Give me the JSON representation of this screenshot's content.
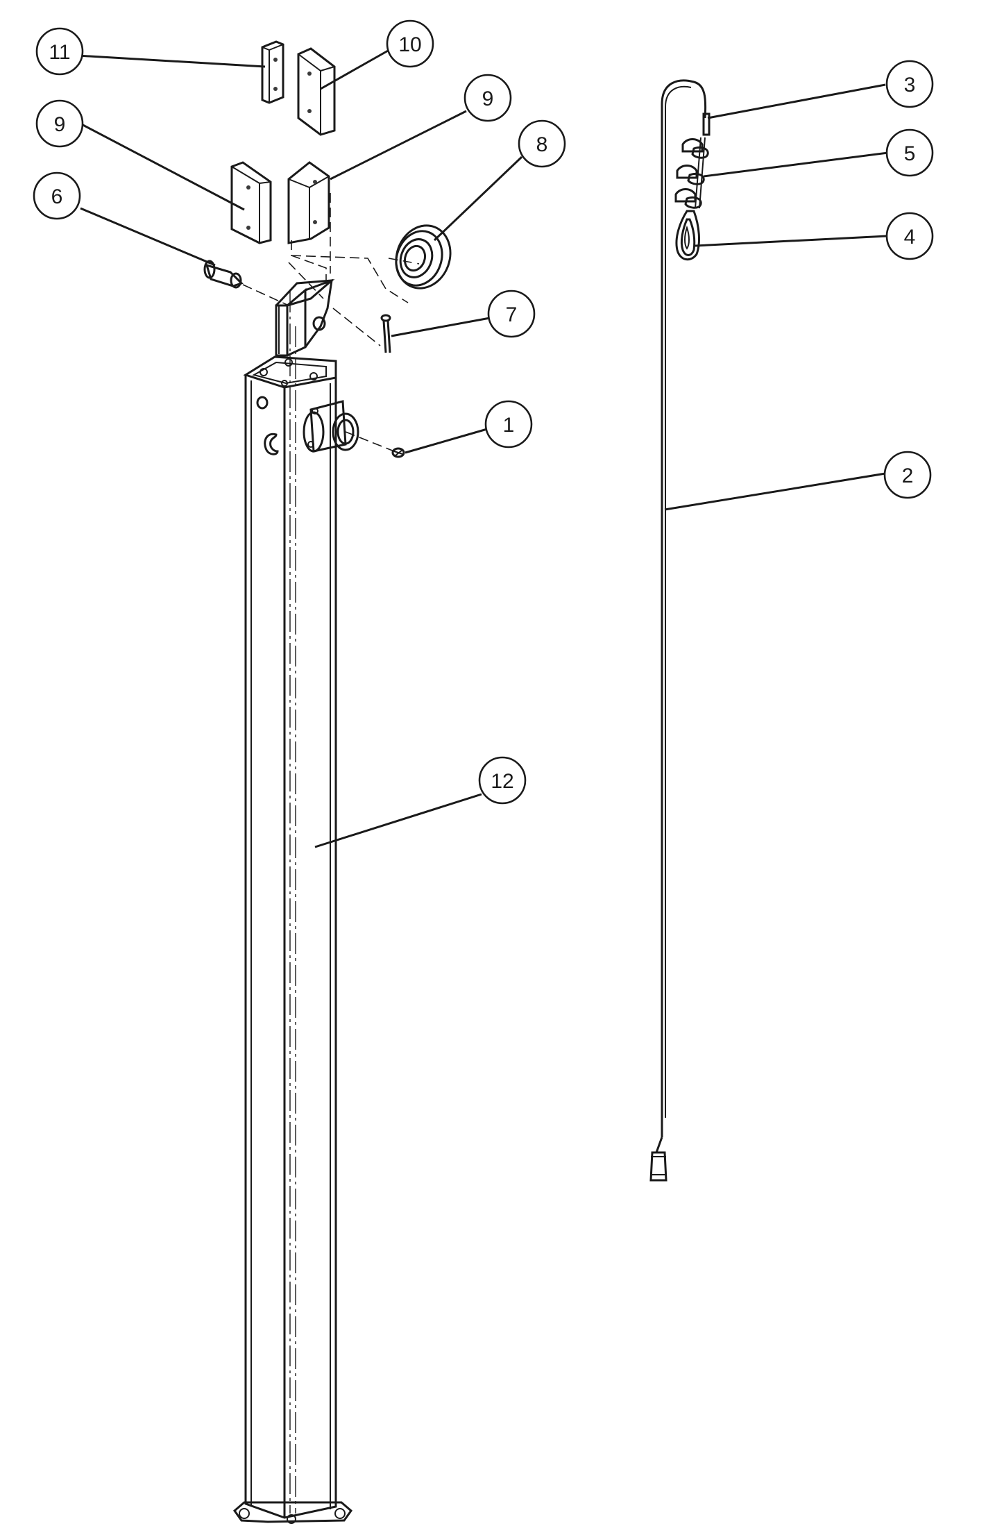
{
  "callouts": [
    {
      "id": "c1",
      "label": "1"
    },
    {
      "id": "c2",
      "label": "2"
    },
    {
      "id": "c3",
      "label": "3"
    },
    {
      "id": "c4",
      "label": "4"
    },
    {
      "id": "c5",
      "label": "5"
    },
    {
      "id": "c6",
      "label": "6"
    },
    {
      "id": "c7",
      "label": "7"
    },
    {
      "id": "c8",
      "label": "8"
    },
    {
      "id": "c9a",
      "label": "9"
    },
    {
      "id": "c9b",
      "label": "9"
    },
    {
      "id": "c10",
      "label": "10"
    },
    {
      "id": "c11",
      "label": "11"
    },
    {
      "id": "c12",
      "label": "12"
    }
  ]
}
